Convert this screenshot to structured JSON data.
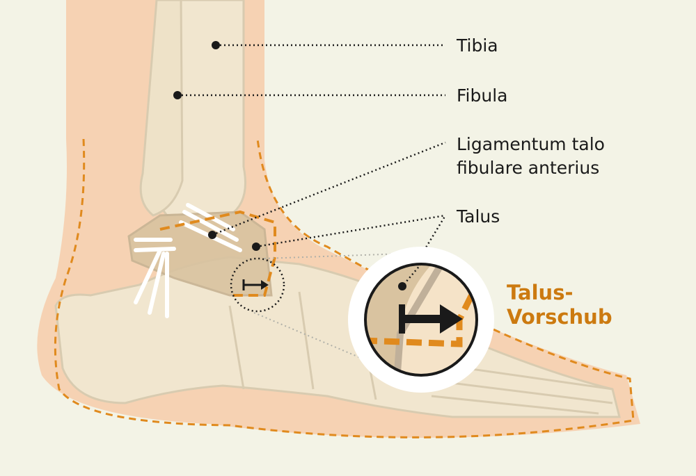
{
  "labels": {
    "tibia": "Tibia",
    "fibula": "Fibula",
    "ligament_line1": "Ligamentum talo",
    "ligament_line2": "fibulare anterius",
    "talus": "Talus",
    "talus_shift_line1": "Talus-",
    "talus_shift_line2": "Vorschub"
  },
  "colors": {
    "background": "#f3f3e6",
    "skin": "#f6d2b3",
    "bone": "#f1e6cf",
    "bone_outline": "#d8cbb0",
    "talus_highlight": "#d9c3a0",
    "accent": "#e08a1e",
    "accent_text": "#cc7a10",
    "leader": "#1a1a1a"
  },
  "icons": {
    "shift_arrow": "bar-arrow-right-icon",
    "magnifier": "magnifier-circle-icon"
  }
}
